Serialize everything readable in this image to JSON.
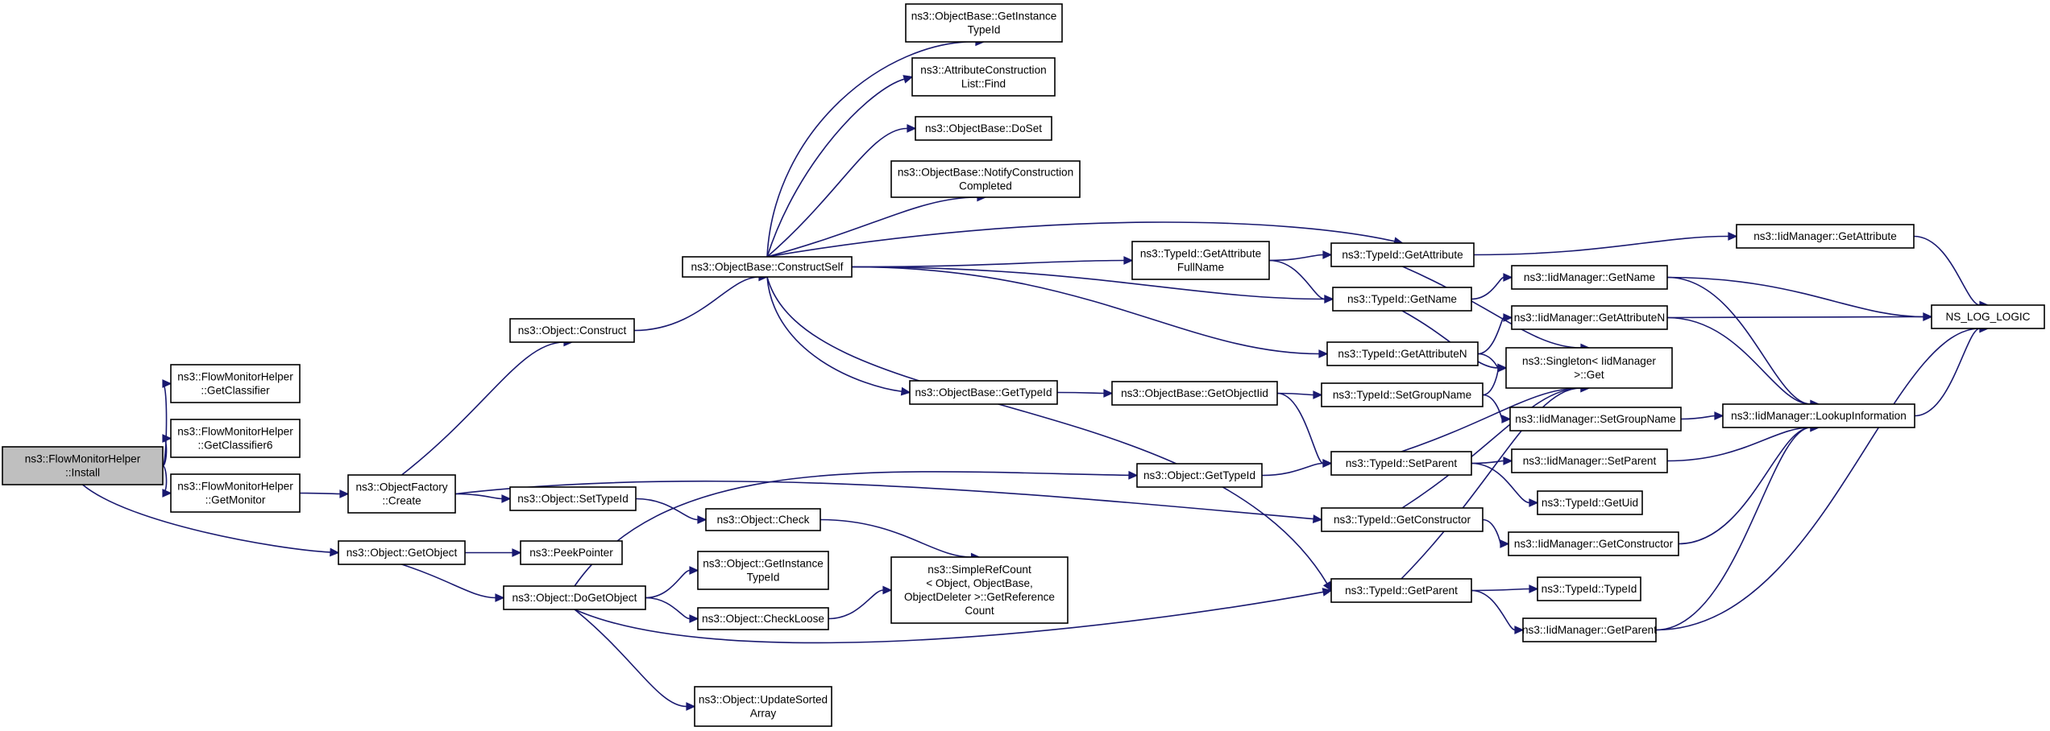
{
  "graph": {
    "nodes": [
      {
        "id": "n0",
        "lines": [
          "ns3::FlowMonitorHelper",
          "::Install"
        ],
        "root": true
      },
      {
        "id": "n1",
        "lines": [
          "ns3::FlowMonitorHelper",
          "::GetClassifier"
        ]
      },
      {
        "id": "n2",
        "lines": [
          "ns3::FlowMonitorHelper",
          "::GetClassifier6"
        ]
      },
      {
        "id": "n3",
        "lines": [
          "ns3::FlowMonitorHelper",
          "::GetMonitor"
        ]
      },
      {
        "id": "n4",
        "lines": [
          "ns3::Object::GetObject"
        ]
      },
      {
        "id": "n5",
        "lines": [
          "ns3::ObjectFactory",
          "::Create"
        ]
      },
      {
        "id": "n6",
        "lines": [
          "ns3::Object::Construct"
        ]
      },
      {
        "id": "n7",
        "lines": [
          "ns3::Object::SetTypeId"
        ]
      },
      {
        "id": "n8",
        "lines": [
          "ns3::PeekPointer"
        ]
      },
      {
        "id": "n9",
        "lines": [
          "ns3::Object::DoGetObject"
        ]
      },
      {
        "id": "n10",
        "lines": [
          "ns3::ObjectBase::ConstructSelf"
        ]
      },
      {
        "id": "n11",
        "lines": [
          "ns3::ObjectBase::GetInstance",
          "TypeId"
        ]
      },
      {
        "id": "n12",
        "lines": [
          "ns3::AttributeConstruction",
          "List::Find"
        ]
      },
      {
        "id": "n13",
        "lines": [
          "ns3::ObjectBase::DoSet"
        ]
      },
      {
        "id": "n14",
        "lines": [
          "ns3::ObjectBase::NotifyConstruction",
          "Completed"
        ]
      },
      {
        "id": "n15",
        "lines": [
          "ns3::ObjectBase::GetTypeId"
        ]
      },
      {
        "id": "n16",
        "lines": [
          "ns3::Object::Check"
        ]
      },
      {
        "id": "n17",
        "lines": [
          "ns3::Object::GetInstance",
          "TypeId"
        ]
      },
      {
        "id": "n18",
        "lines": [
          "ns3::Object::CheckLoose"
        ]
      },
      {
        "id": "n19",
        "lines": [
          "ns3::Object::UpdateSorted",
          "Array"
        ]
      },
      {
        "id": "n20",
        "lines": [
          "ns3::SimpleRefCount",
          "< Object, ObjectBase,",
          "ObjectDeleter >::GetReference",
          "Count"
        ]
      },
      {
        "id": "n21",
        "lines": [
          "ns3::TypeId::GetAttribute",
          "FullName"
        ]
      },
      {
        "id": "n22",
        "lines": [
          "ns3::ObjectBase::GetObjectIid"
        ]
      },
      {
        "id": "n23",
        "lines": [
          "ns3::Object::GetTypeId"
        ]
      },
      {
        "id": "n24",
        "lines": [
          "ns3::TypeId::GetAttribute"
        ]
      },
      {
        "id": "n25",
        "lines": [
          "ns3::TypeId::GetName"
        ]
      },
      {
        "id": "n26",
        "lines": [
          "ns3::TypeId::GetAttributeN"
        ]
      },
      {
        "id": "n27",
        "lines": [
          "ns3::TypeId::SetGroupName"
        ]
      },
      {
        "id": "n28",
        "lines": [
          "ns3::TypeId::SetParent"
        ]
      },
      {
        "id": "n29",
        "lines": [
          "ns3::TypeId::GetConstructor"
        ]
      },
      {
        "id": "n30",
        "lines": [
          "ns3::TypeId::GetParent"
        ]
      },
      {
        "id": "n31",
        "lines": [
          "ns3::IidManager::GetAttribute"
        ]
      },
      {
        "id": "n32",
        "lines": [
          "ns3::IidManager::GetName"
        ]
      },
      {
        "id": "n33",
        "lines": [
          "ns3::IidManager::GetAttributeN"
        ]
      },
      {
        "id": "n34",
        "lines": [
          "ns3::Singleton< IidManager",
          ">::Get"
        ]
      },
      {
        "id": "n35",
        "lines": [
          "ns3::IidManager::SetGroupName"
        ]
      },
      {
        "id": "n36",
        "lines": [
          "ns3::IidManager::SetParent"
        ]
      },
      {
        "id": "n37",
        "lines": [
          "ns3::TypeId::GetUid"
        ]
      },
      {
        "id": "n38",
        "lines": [
          "ns3::IidManager::GetConstructor"
        ]
      },
      {
        "id": "n39",
        "lines": [
          "ns3::TypeId::TypeId"
        ]
      },
      {
        "id": "n40",
        "lines": [
          "ns3::IidManager::GetParent"
        ]
      },
      {
        "id": "n41",
        "lines": [
          "ns3::IidManager::LookupInformation"
        ]
      },
      {
        "id": "n42",
        "lines": [
          "NS_LOG_LOGIC"
        ]
      }
    ],
    "edges": [
      [
        "n0",
        "n1"
      ],
      [
        "n0",
        "n2"
      ],
      [
        "n0",
        "n3"
      ],
      [
        "n0",
        "n4"
      ],
      [
        "n3",
        "n5"
      ],
      [
        "n5",
        "n6"
      ],
      [
        "n5",
        "n7"
      ],
      [
        "n5",
        "n29"
      ],
      [
        "n4",
        "n8"
      ],
      [
        "n4",
        "n9"
      ],
      [
        "n6",
        "n10"
      ],
      [
        "n7",
        "n16"
      ],
      [
        "n16",
        "n20"
      ],
      [
        "n9",
        "n17"
      ],
      [
        "n9",
        "n18"
      ],
      [
        "n9",
        "n19"
      ],
      [
        "n9",
        "n23"
      ],
      [
        "n9",
        "n30"
      ],
      [
        "n18",
        "n20"
      ],
      [
        "n10",
        "n11"
      ],
      [
        "n10",
        "n12"
      ],
      [
        "n10",
        "n13"
      ],
      [
        "n10",
        "n14"
      ],
      [
        "n10",
        "n15"
      ],
      [
        "n10",
        "n21"
      ],
      [
        "n10",
        "n24"
      ],
      [
        "n10",
        "n25"
      ],
      [
        "n10",
        "n26"
      ],
      [
        "n10",
        "n30"
      ],
      [
        "n15",
        "n22"
      ],
      [
        "n22",
        "n27"
      ],
      [
        "n22",
        "n28"
      ],
      [
        "n23",
        "n28"
      ],
      [
        "n21",
        "n24"
      ],
      [
        "n21",
        "n25"
      ],
      [
        "n24",
        "n31"
      ],
      [
        "n24",
        "n34"
      ],
      [
        "n25",
        "n32"
      ],
      [
        "n25",
        "n34"
      ],
      [
        "n26",
        "n33"
      ],
      [
        "n26",
        "n34"
      ],
      [
        "n27",
        "n35"
      ],
      [
        "n27",
        "n34"
      ],
      [
        "n28",
        "n36"
      ],
      [
        "n28",
        "n37"
      ],
      [
        "n28",
        "n34"
      ],
      [
        "n29",
        "n38"
      ],
      [
        "n29",
        "n34"
      ],
      [
        "n30",
        "n39"
      ],
      [
        "n30",
        "n40"
      ],
      [
        "n30",
        "n34"
      ],
      [
        "n31",
        "n42"
      ],
      [
        "n32",
        "n41"
      ],
      [
        "n32",
        "n42"
      ],
      [
        "n33",
        "n41"
      ],
      [
        "n33",
        "n42"
      ],
      [
        "n35",
        "n41"
      ],
      [
        "n36",
        "n41"
      ],
      [
        "n38",
        "n41"
      ],
      [
        "n40",
        "n41"
      ],
      [
        "n40",
        "n42"
      ],
      [
        "n41",
        "n42"
      ]
    ]
  }
}
